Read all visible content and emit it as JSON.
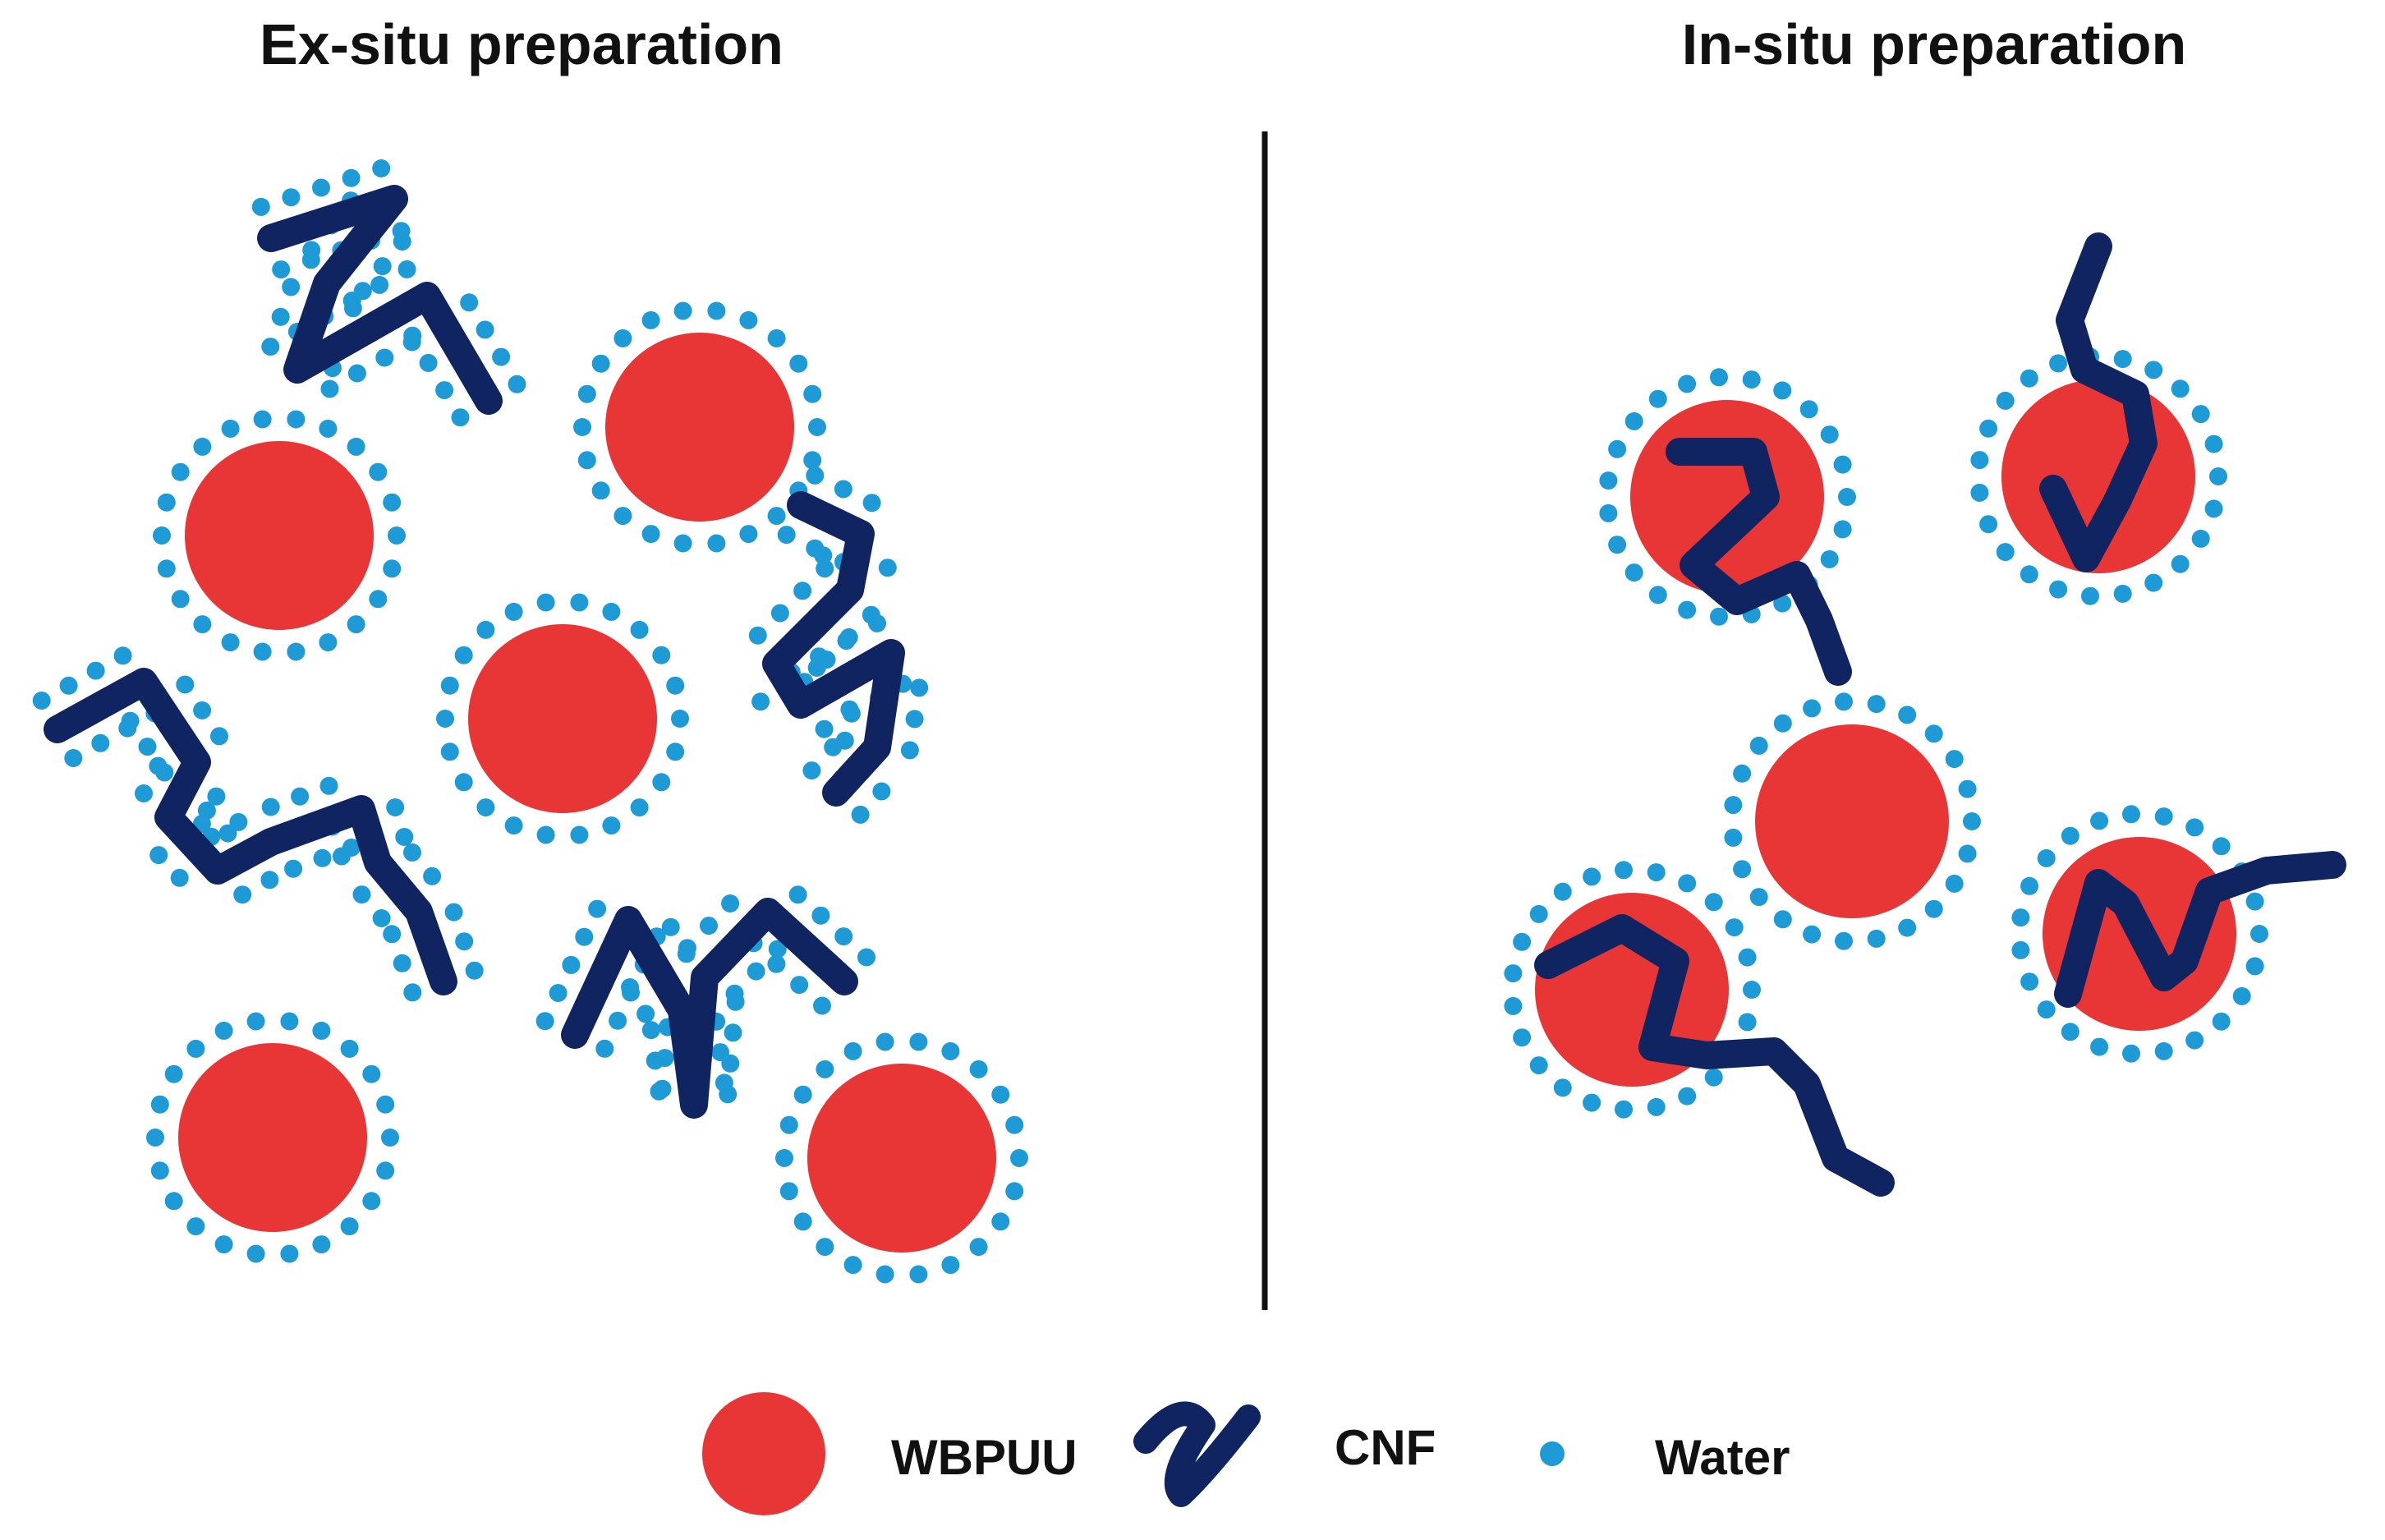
{
  "panels": [
    {
      "title": "Ex-situ preparation"
    },
    {
      "title": "In-situ preparation"
    }
  ],
  "legend": [
    {
      "label": "WBPUU",
      "kind": "circle"
    },
    {
      "label": "CNF",
      "kind": "fiber"
    },
    {
      "label": "Water",
      "kind": "dot"
    }
  ],
  "colors": {
    "wbpuu": "#e83535",
    "cnf": "#0f2460",
    "water": "#1e9ad6",
    "divider": "#111111"
  }
}
